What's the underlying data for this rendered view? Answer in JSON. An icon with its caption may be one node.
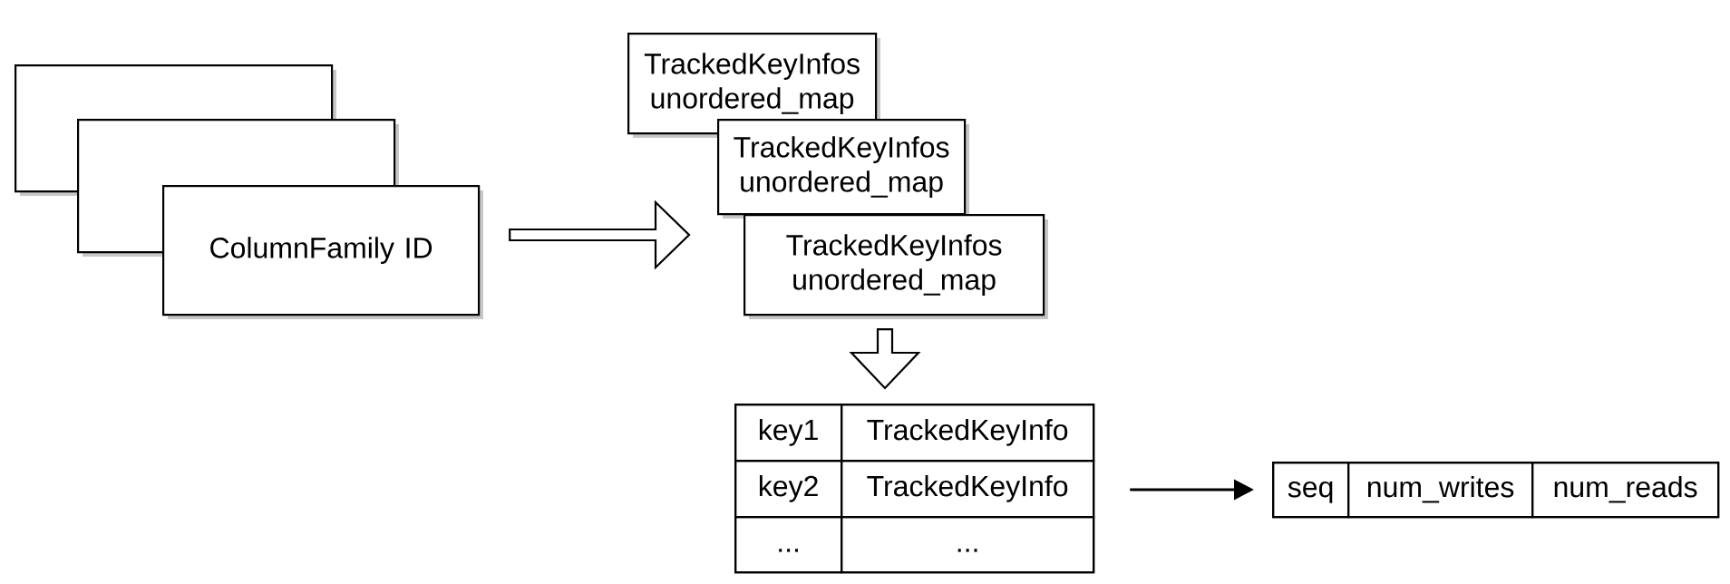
{
  "diagram": {
    "nodes": [
      {
        "text": [],
        "shape": "box"
      },
      {
        "text": [],
        "shape": "box"
      },
      {
        "text": [
          "ColumnFamily ID"
        ]
      },
      {
        "text": [
          "TrackedKeyInfos unordered_map"
        ]
      },
      {
        "text": [
          "TrackedKeyInfos unordered_map"
        ]
      },
      {
        "text": [
          "TrackedKeyInfos unordered_map"
        ]
      },
      {
        "text": [],
        "shape": "box"
      },
      {
        "text": [
          "key1"
        ],
        "in": 6
      },
      {
        "text": [
          "TrackedKeyInfo"
        ],
        "in": 6
      },
      {
        "text": [
          "key2"
        ],
        "in": 6
      },
      {
        "text": [
          "TrackedKeyInfo"
        ],
        "in": 6
      },
      {
        "text": [
          "..."
        ],
        "in": 6
      },
      {
        "text": [
          "..."
        ],
        "in": 6
      },
      {
        "text": [],
        "shape": "box"
      },
      {
        "text": [
          "seq"
        ],
        "in": 13
      },
      {
        "text": [
          "num_writes"
        ],
        "in": 13
      },
      {
        "text": [
          "num_reads"
        ],
        "in": 13
      }
    ],
    "edges": [
      {
        "from": 2,
        "to": 4,
        "arrow": "to"
      },
      {
        "from": 5,
        "to": 6,
        "arrow": "to"
      },
      {
        "from": 6,
        "to": 13,
        "arrow": "to"
      }
    ]
  }
}
